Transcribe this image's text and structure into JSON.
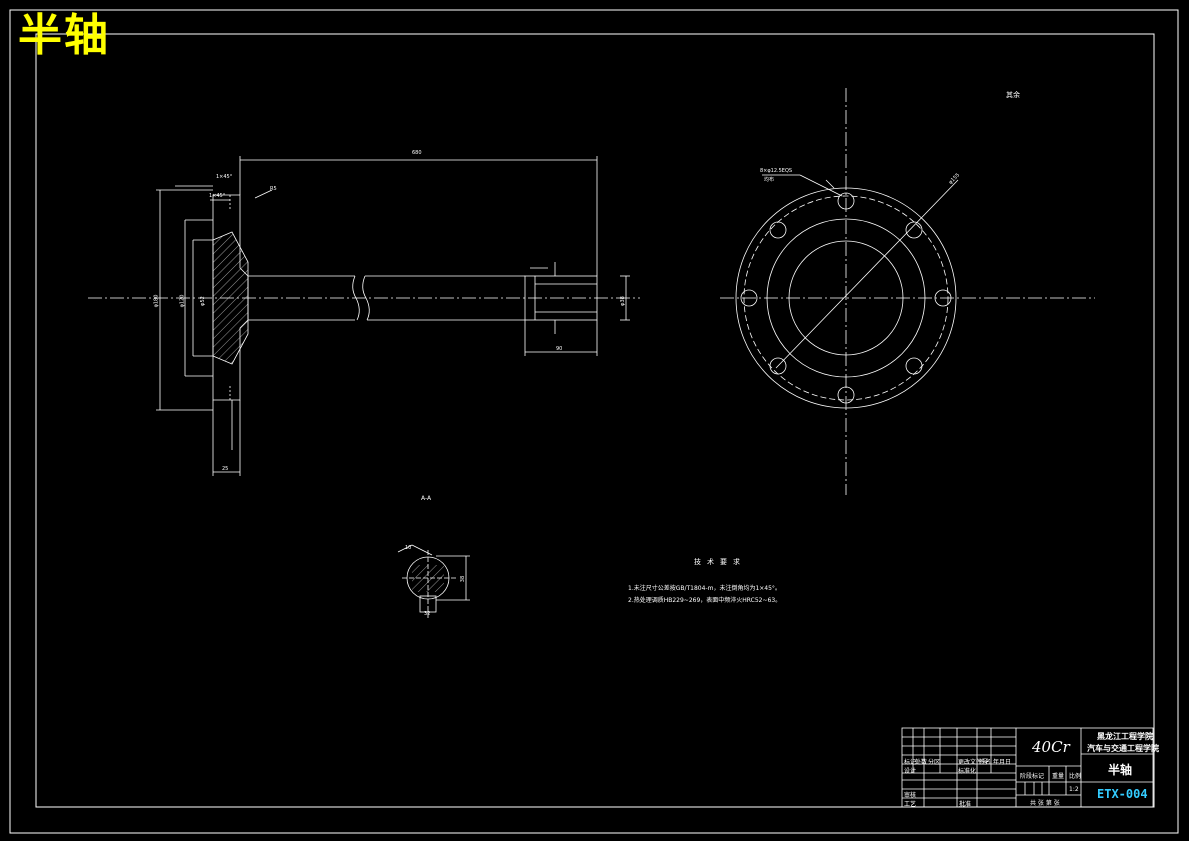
{
  "drawing_title": "半轴",
  "roughness_note": "其余",
  "section_label": "A-A",
  "technical_requirements": {
    "title": "技术要求",
    "items": [
      "1.未注尺寸公差按GB/T1804-m，未注倒角均为1×45°。",
      "2.热处理调质HB229~269，表面中频淬火HRC52~63。"
    ]
  },
  "hole_note": {
    "line1": "8×φ12.5EQS",
    "line2": "均布"
  },
  "title_block": {
    "material": "40Cr",
    "school_line1": "黑龙江工程学院",
    "school_line2": "汽车与交通工程学院",
    "part_name": "半轴",
    "drawing_number": "ETX-004",
    "scale": "1:2",
    "headers": [
      "标记",
      "处数",
      "分区",
      "更改文件号",
      "签名",
      "年月日"
    ],
    "rows": [
      "设计",
      "审核",
      "工艺"
    ],
    "std_label": "标准化",
    "approve_label": "批准",
    "stage_label": "阶段标记",
    "weight_label": "重量",
    "scale_label": "比例",
    "sheet_info": "共 张 第 张"
  },
  "dimensions": {
    "length_top": "680",
    "chamfer1": "1×45°",
    "chamfer2": "1×45°",
    "r_note": "R5",
    "dia_flange": "φ180",
    "dia_inner": "φ120",
    "dia_hub": "φ52",
    "spline_len": "90",
    "flange_thk": "25",
    "spline_dia": "φ38",
    "pcd": "φ155",
    "sec_w": "10",
    "sec_h": "38",
    "sec_d": "32"
  }
}
